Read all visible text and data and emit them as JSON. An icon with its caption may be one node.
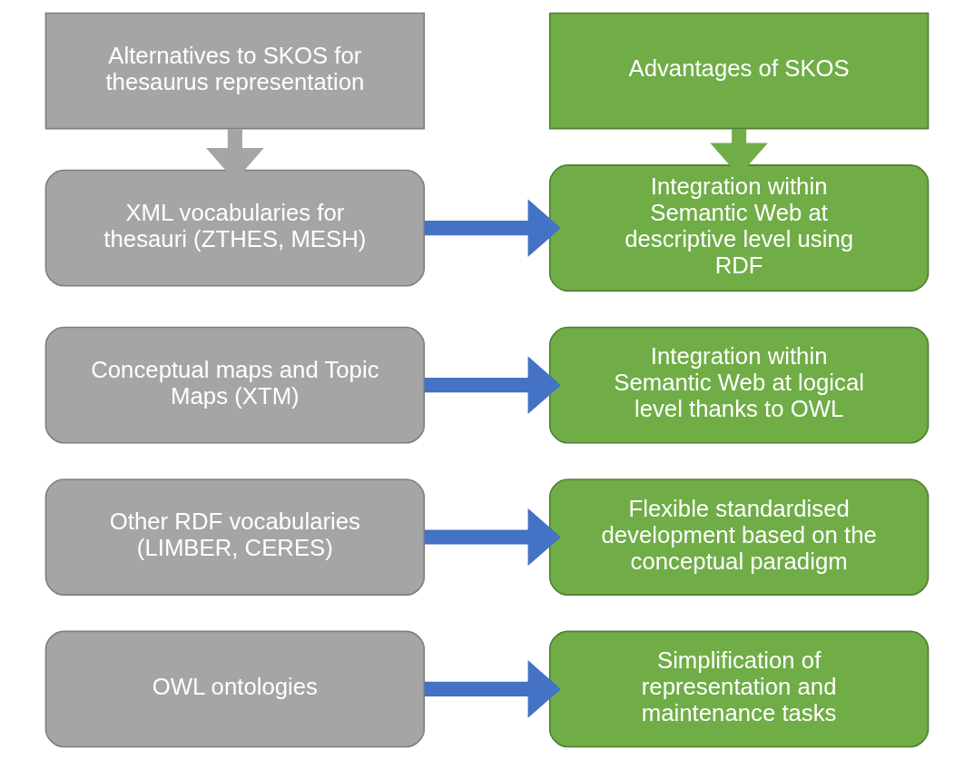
{
  "diagram": {
    "nodes": [
      {
        "text": [
          "Alternatives to SKOS for thesaurus representation"
        ]
      },
      {
        "text": [
          "Advantages of SKOS"
        ]
      },
      {
        "text": [
          "XML vocabularies for thesauri (ZTHES, MESH)"
        ]
      },
      {
        "text": [
          "Integration within Semantic Web at descriptive level using RDF"
        ]
      },
      {
        "text": [
          "Conceptual maps and Topic Maps (XTM)"
        ]
      },
      {
        "text": [
          "Integration within Semantic Web at logical level thanks to OWL"
        ]
      },
      {
        "text": [
          "Other RDF vocabularies (LIMBER, CERES)"
        ]
      },
      {
        "text": [
          "Flexible standardised development based on the conceptual paradigm"
        ]
      },
      {
        "text": [
          "OWL ontologies"
        ]
      },
      {
        "text": [
          "Simplification of representation and maintenance tasks"
        ]
      }
    ],
    "edges": [
      {
        "from": 0,
        "to": 2,
        "arrow": "to",
        "color": "#a5a5a5"
      },
      {
        "from": 1,
        "to": 3,
        "arrow": "to",
        "color": "#70ad47"
      },
      {
        "from": 2,
        "to": 3,
        "arrow": "to"
      },
      {
        "from": 4,
        "to": 5,
        "arrow": "to"
      },
      {
        "from": 6,
        "to": 7,
        "arrow": "to"
      },
      {
        "from": 8,
        "to": 9,
        "arrow": "to"
      }
    ]
  }
}
